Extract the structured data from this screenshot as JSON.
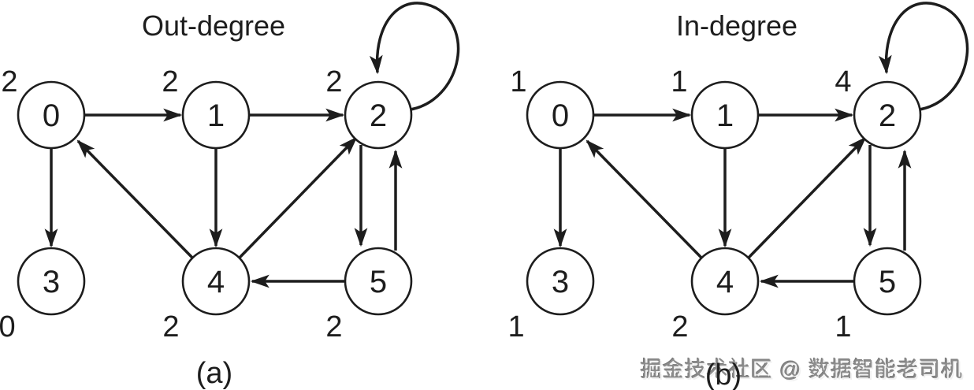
{
  "figure": {
    "type": "directed-graph-pair",
    "ink_color": "#1d1d1d",
    "background_color": "#ffffff"
  },
  "graphs": [
    {
      "key": "a",
      "title": "Out-degree",
      "caption": "(a)",
      "nodes": [
        {
          "id": "0",
          "degree": "2"
        },
        {
          "id": "1",
          "degree": "2"
        },
        {
          "id": "2",
          "degree": "2"
        },
        {
          "id": "3",
          "degree": "0"
        },
        {
          "id": "4",
          "degree": "2"
        },
        {
          "id": "5",
          "degree": "2"
        }
      ],
      "edges": [
        "0→1",
        "0→3",
        "1→2",
        "1→4",
        "2→2",
        "2→5",
        "4→0",
        "4→2",
        "5→2",
        "5→4"
      ]
    },
    {
      "key": "b",
      "title": "In-degree",
      "caption": "(b)",
      "nodes": [
        {
          "id": "0",
          "degree": "1"
        },
        {
          "id": "1",
          "degree": "1"
        },
        {
          "id": "2",
          "degree": "4"
        },
        {
          "id": "3",
          "degree": "1"
        },
        {
          "id": "4",
          "degree": "2"
        },
        {
          "id": "5",
          "degree": "1"
        }
      ],
      "edges": [
        "0→1",
        "0→3",
        "1→2",
        "1→4",
        "2→2",
        "2→5",
        "4→0",
        "4→2",
        "5→2",
        "5→4"
      ]
    }
  ],
  "watermark": {
    "text": "掘金技术社区 @ 数据智能老司机",
    "color": "#8c8c8c"
  }
}
